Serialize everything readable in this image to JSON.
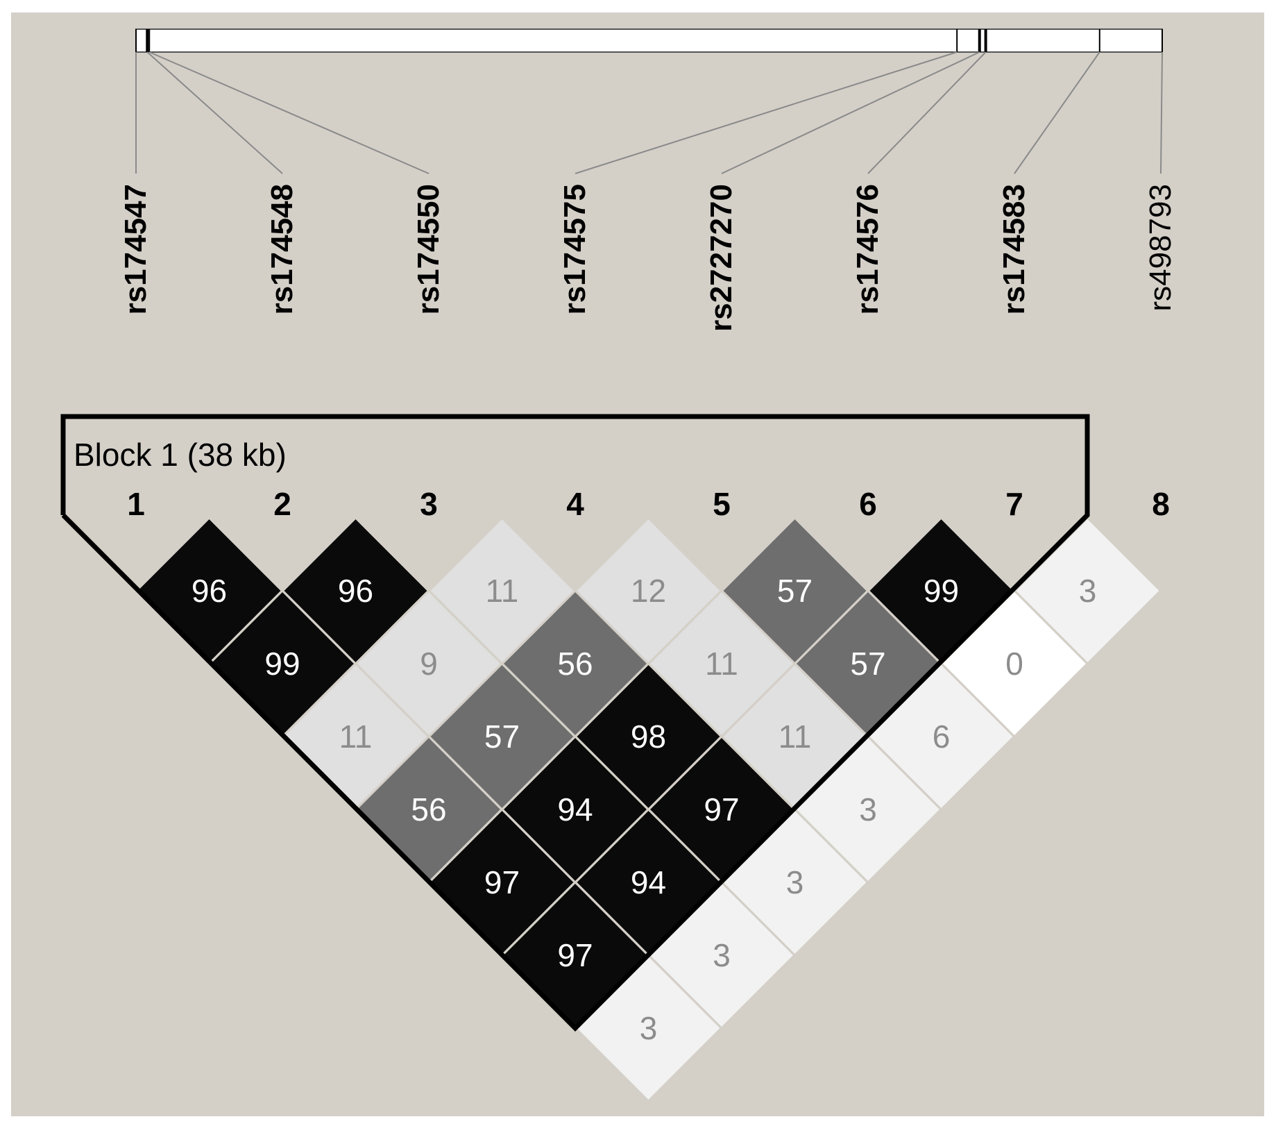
{
  "colors": {
    "background": "#d4d0c8",
    "strong_ld": "#0a0a0a",
    "moderate_ld": "#6e6e6e",
    "weak_ld": "#e0e0e0",
    "very_weak_ld": "#f2f2f2",
    "no_ld": "#ffffff",
    "block_outline": "#000000",
    "connector_line": "#8a8a8a"
  },
  "snps": [
    {
      "index": "1",
      "name": "rs174547",
      "bold": true
    },
    {
      "index": "2",
      "name": "rs174548",
      "bold": true
    },
    {
      "index": "3",
      "name": "rs174550",
      "bold": true
    },
    {
      "index": "4",
      "name": "rs174575",
      "bold": true
    },
    {
      "index": "5",
      "name": "rs2727270",
      "bold": true
    },
    {
      "index": "6",
      "name": "rs174576",
      "bold": true
    },
    {
      "index": "7",
      "name": "rs174583",
      "bold": true
    },
    {
      "index": "8",
      "name": "rs498793",
      "bold": false
    }
  ],
  "genomic_positions_fraction": [
    0.0,
    0.011,
    0.013,
    0.8,
    0.822,
    0.828,
    0.939,
    1.0
  ],
  "block": {
    "label": "Block 1 (38 kb)",
    "from_snp": 1,
    "to_snp": 7
  },
  "ld_matrix": [
    {
      "i": 1,
      "j": 2,
      "value": 96,
      "shade": "strong_ld"
    },
    {
      "i": 1,
      "j": 3,
      "value": 99,
      "shade": "strong_ld"
    },
    {
      "i": 1,
      "j": 4,
      "value": 11,
      "shade": "weak_ld"
    },
    {
      "i": 1,
      "j": 5,
      "value": 56,
      "shade": "moderate_ld"
    },
    {
      "i": 1,
      "j": 6,
      "value": 97,
      "shade": "strong_ld"
    },
    {
      "i": 1,
      "j": 7,
      "value": 97,
      "shade": "strong_ld"
    },
    {
      "i": 1,
      "j": 8,
      "value": 3,
      "shade": "very_weak_ld"
    },
    {
      "i": 2,
      "j": 3,
      "value": 96,
      "shade": "strong_ld"
    },
    {
      "i": 2,
      "j": 4,
      "value": 9,
      "shade": "weak_ld"
    },
    {
      "i": 2,
      "j": 5,
      "value": 57,
      "shade": "moderate_ld"
    },
    {
      "i": 2,
      "j": 6,
      "value": 94,
      "shade": "strong_ld"
    },
    {
      "i": 2,
      "j": 7,
      "value": 94,
      "shade": "strong_ld"
    },
    {
      "i": 2,
      "j": 8,
      "value": 3,
      "shade": "very_weak_ld"
    },
    {
      "i": 3,
      "j": 4,
      "value": 11,
      "shade": "weak_ld"
    },
    {
      "i": 3,
      "j": 5,
      "value": 56,
      "shade": "moderate_ld"
    },
    {
      "i": 3,
      "j": 6,
      "value": 98,
      "shade": "strong_ld"
    },
    {
      "i": 3,
      "j": 7,
      "value": 97,
      "shade": "strong_ld"
    },
    {
      "i": 3,
      "j": 8,
      "value": 3,
      "shade": "very_weak_ld"
    },
    {
      "i": 4,
      "j": 5,
      "value": 12,
      "shade": "weak_ld"
    },
    {
      "i": 4,
      "j": 6,
      "value": 11,
      "shade": "weak_ld"
    },
    {
      "i": 4,
      "j": 7,
      "value": 11,
      "shade": "weak_ld"
    },
    {
      "i": 4,
      "j": 8,
      "value": 3,
      "shade": "very_weak_ld"
    },
    {
      "i": 5,
      "j": 6,
      "value": 57,
      "shade": "moderate_ld"
    },
    {
      "i": 5,
      "j": 7,
      "value": 57,
      "shade": "moderate_ld"
    },
    {
      "i": 5,
      "j": 8,
      "value": 6,
      "shade": "very_weak_ld"
    },
    {
      "i": 6,
      "j": 7,
      "value": 99,
      "shade": "strong_ld"
    },
    {
      "i": 6,
      "j": 8,
      "value": 0,
      "shade": "no_ld"
    },
    {
      "i": 7,
      "j": 8,
      "value": 3,
      "shade": "very_weak_ld"
    }
  ]
}
